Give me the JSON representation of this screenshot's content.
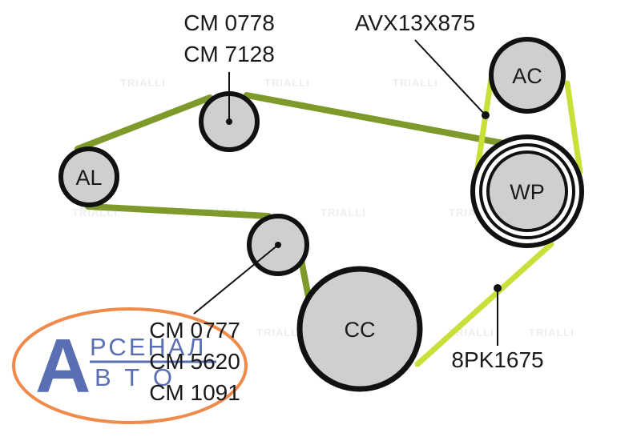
{
  "colors": {
    "belt_dark": "#7e9a2a",
    "belt_light": "#c9df3a",
    "pulley_fill": "#cfcfcf",
    "pulley_stroke": "#111111",
    "logo_blue": "#5a6fb3",
    "logo_orange": "#f08a4b"
  },
  "pulleys": {
    "al": {
      "label": "AL"
    },
    "ac": {
      "label": "AC"
    },
    "wp": {
      "label": "WP"
    },
    "cc": {
      "label": "CC"
    }
  },
  "labels": {
    "top_idler": [
      "CM 0778",
      "CM 7128"
    ],
    "belt_ac": "AVX13X875",
    "belt_main": "8PK1675",
    "lower_idler": [
      "CM 0777",
      "CM 5620",
      "CM 1091"
    ]
  },
  "logo": {
    "big_letter": "А",
    "line1": "РСЕНАЛ",
    "line2": "В Т О"
  },
  "watermark": "TRIALLI"
}
